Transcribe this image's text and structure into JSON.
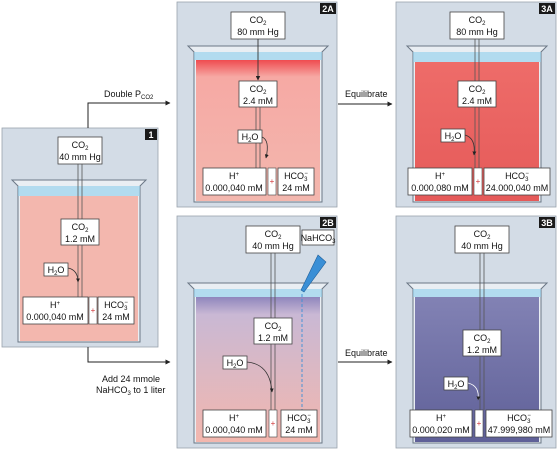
{
  "colors": {
    "panel_bg": "#d3dce6",
    "beaker_glass": "#e9eef3",
    "liquid_pink": "#f3b7ae",
    "liquid_red": "#e96462",
    "liquid_red_top": "#ef4b4f",
    "liquid_blue": "#6a6aa0",
    "liquid_blue_top": "#b9bbd8",
    "water_rim": "#8ecfec",
    "pipette": "#3a8fd6",
    "marker": "#d0383b",
    "tag": "#1a1a1a"
  },
  "panel1": {
    "tag": "1",
    "co2_gas": {
      "label": "CO",
      "sub": "2",
      "value": "40 mm Hg"
    },
    "co2_diss": {
      "label": "CO",
      "sub": "2",
      "value": "1.2 mM"
    },
    "h2o": {
      "label": "H",
      "sub": "2",
      "rest": "O"
    },
    "h": {
      "label": "H",
      "sup": "+",
      "value": "0.000,040 mM"
    },
    "hco3": {
      "label": "HCO",
      "sub": "3",
      "sup": "−",
      "value": "24 mM"
    }
  },
  "panel2a": {
    "tag": "2A",
    "co2_gas": {
      "label": "CO",
      "sub": "2",
      "value": "80 mm Hg"
    },
    "co2_diss": {
      "label": "CO",
      "sub": "2",
      "value": "2.4 mM"
    },
    "h2o": {
      "label": "H",
      "sub": "2",
      "rest": "O"
    },
    "h": {
      "label": "H",
      "sup": "+",
      "value": "0.000,040 mM"
    },
    "hco3": {
      "label": "HCO",
      "sub": "3",
      "sup": "−",
      "value": "24 mM"
    }
  },
  "panel3a": {
    "tag": "3A",
    "co2_gas": {
      "label": "CO",
      "sub": "2",
      "value": "80 mm Hg"
    },
    "co2_diss": {
      "label": "CO",
      "sub": "2",
      "value": "2.4 mM"
    },
    "h2o": {
      "label": "H",
      "sub": "2",
      "rest": "O"
    },
    "h": {
      "label": "H",
      "sup": "+",
      "value": "0.000,080 mM"
    },
    "hco3": {
      "label": "HCO",
      "sub": "3",
      "sup": "−",
      "value": "24.000,040 mM"
    }
  },
  "panel2b": {
    "tag": "2B",
    "co2_gas": {
      "label": "CO",
      "sub": "2",
      "value": "40 mm Hg"
    },
    "co2_diss": {
      "label": "CO",
      "sub": "2",
      "value": "1.2 mM"
    },
    "h2o": {
      "label": "H",
      "sub": "2",
      "rest": "O"
    },
    "h": {
      "label": "H",
      "sup": "+",
      "value": "0.000,040 mM"
    },
    "hco3": {
      "label": "HCO",
      "sub": "3",
      "sup": "−",
      "value": "24 mM"
    },
    "nahco3": {
      "label": "NaHCO",
      "sub": "3"
    }
  },
  "panel3b": {
    "tag": "3B",
    "co2_gas": {
      "label": "CO",
      "sub": "2",
      "value": "40 mm Hg"
    },
    "co2_diss": {
      "label": "CO",
      "sub": "2",
      "value": "1.2 mM"
    },
    "h2o": {
      "label": "H",
      "sub": "2",
      "rest": "O"
    },
    "h": {
      "label": "H",
      "sup": "+",
      "value": "0.000,020 mM"
    },
    "hco3": {
      "label": "HCO",
      "sub": "3",
      "sup": "−",
      "value": "47.999,980 mM"
    }
  },
  "arrows": {
    "double_pco2": {
      "text": "Double P",
      "sub": "CO2"
    },
    "equilibrate_top": "Equilibrate",
    "add_line1": "Add 24 mmole",
    "add_line2_a": "NaHCO",
    "add_line2_sub": "3",
    "add_line2_b": " to 1 liter",
    "equilibrate_bottom": "Equilibrate"
  }
}
